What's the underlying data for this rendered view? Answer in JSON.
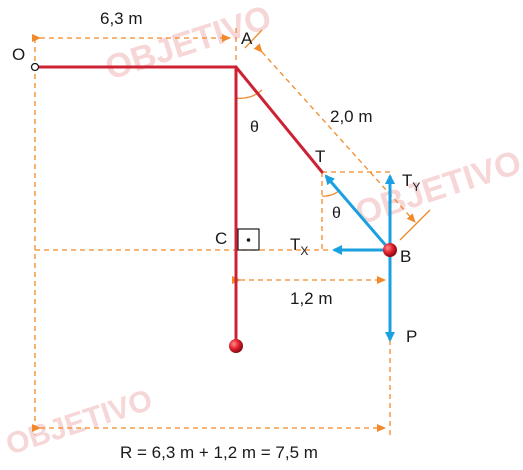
{
  "diagram": {
    "labels": {
      "point_o": "O",
      "point_a": "A",
      "point_c": "C",
      "point_t": "T",
      "point_b": "B",
      "point_p": "P",
      "force_tx": "T",
      "force_tx_sub": "X",
      "force_ty": "T",
      "force_ty_sub": "Y",
      "angle_top": "θ",
      "angle_side": "θ",
      "right_angle_dot": "·"
    },
    "dimensions": {
      "arm_length": "6,3 m",
      "string_length": "2,0 m",
      "horizontal_offset": "1,2 m",
      "radius_formula": "R = 6,3 m + 1,2 m = 7,5 m"
    },
    "watermark": "OBJETIVO",
    "colors": {
      "structure": "#cc2233",
      "dashed": "#f08a2a",
      "force": "#1aa0e0",
      "text": "#1a1a1a",
      "watermark": "#f6d6d6"
    }
  }
}
